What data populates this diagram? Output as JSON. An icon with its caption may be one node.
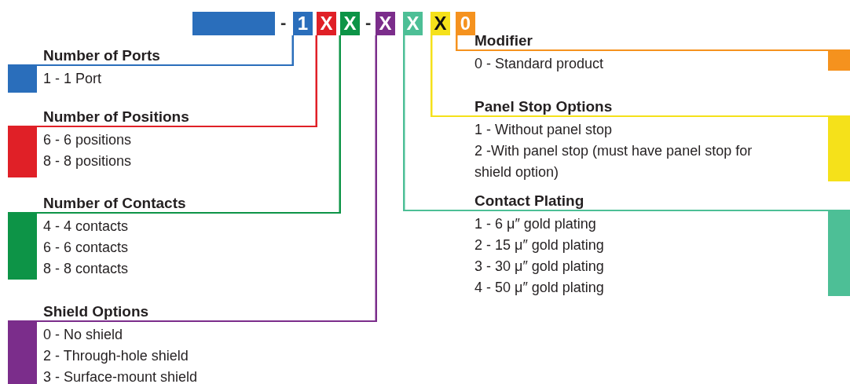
{
  "diagram": {
    "nodes": [
      {
        "text": [],
        "shape": "box"
      },
      {
        "text": [
          "1"
        ]
      },
      {
        "text": [
          "X"
        ]
      },
      {
        "text": [
          "X"
        ]
      },
      {
        "text": [
          "X"
        ]
      },
      {
        "text": [
          "X"
        ]
      },
      {
        "text": [
          "X"
        ]
      },
      {
        "text": [
          "0"
        ]
      },
      {
        "text": [
          "Number of Ports",
          "1 - 1 Port"
        ]
      },
      {
        "text": [
          "Number of Positions",
          "6 - 6 positions",
          "8 - 8 positions"
        ]
      },
      {
        "text": [
          "Number of Contacts",
          "4 - 4 contacts",
          "6 - 6 contacts",
          "8 - 8 contacts"
        ]
      },
      {
        "text": [
          "Shield Options",
          "0 - No shield",
          "2 - Through-hole shield",
          "3 - Surface-mount shield"
        ]
      },
      {
        "text": [
          "Modifier",
          "0 - Standard product"
        ]
      },
      {
        "text": [
          "Panel Stop Options",
          "1 - Without panel stop",
          "2 -With panel stop (must have panel stop for shield option)"
        ]
      },
      {
        "text": [
          "Contact Plating",
          "1 - 6 μ″ gold plating",
          "2 - 15 μ″ gold plating",
          "3 - 30 μ″ gold plating",
          "4 - 50 μ″ gold plating"
        ]
      }
    ],
    "edges": [
      {
        "from": 1,
        "to": 8,
        "arrow": "none",
        "color": "#2a6ebb"
      },
      {
        "from": 2,
        "to": 9,
        "arrow": "none",
        "color": "#e02027"
      },
      {
        "from": 3,
        "to": 10,
        "arrow": "none",
        "color": "#0d9447"
      },
      {
        "from": 4,
        "to": 11,
        "arrow": "none",
        "color": "#7b2d8b"
      },
      {
        "from": 7,
        "to": 12,
        "arrow": "none",
        "color": "#f5921e"
      },
      {
        "from": 6,
        "to": 13,
        "arrow": "none",
        "color": "#f5e11a"
      },
      {
        "from": 5,
        "to": 14,
        "arrow": "none",
        "color": "#4dbf96"
      }
    ],
    "labels": [
      "-",
      "-"
    ]
  }
}
